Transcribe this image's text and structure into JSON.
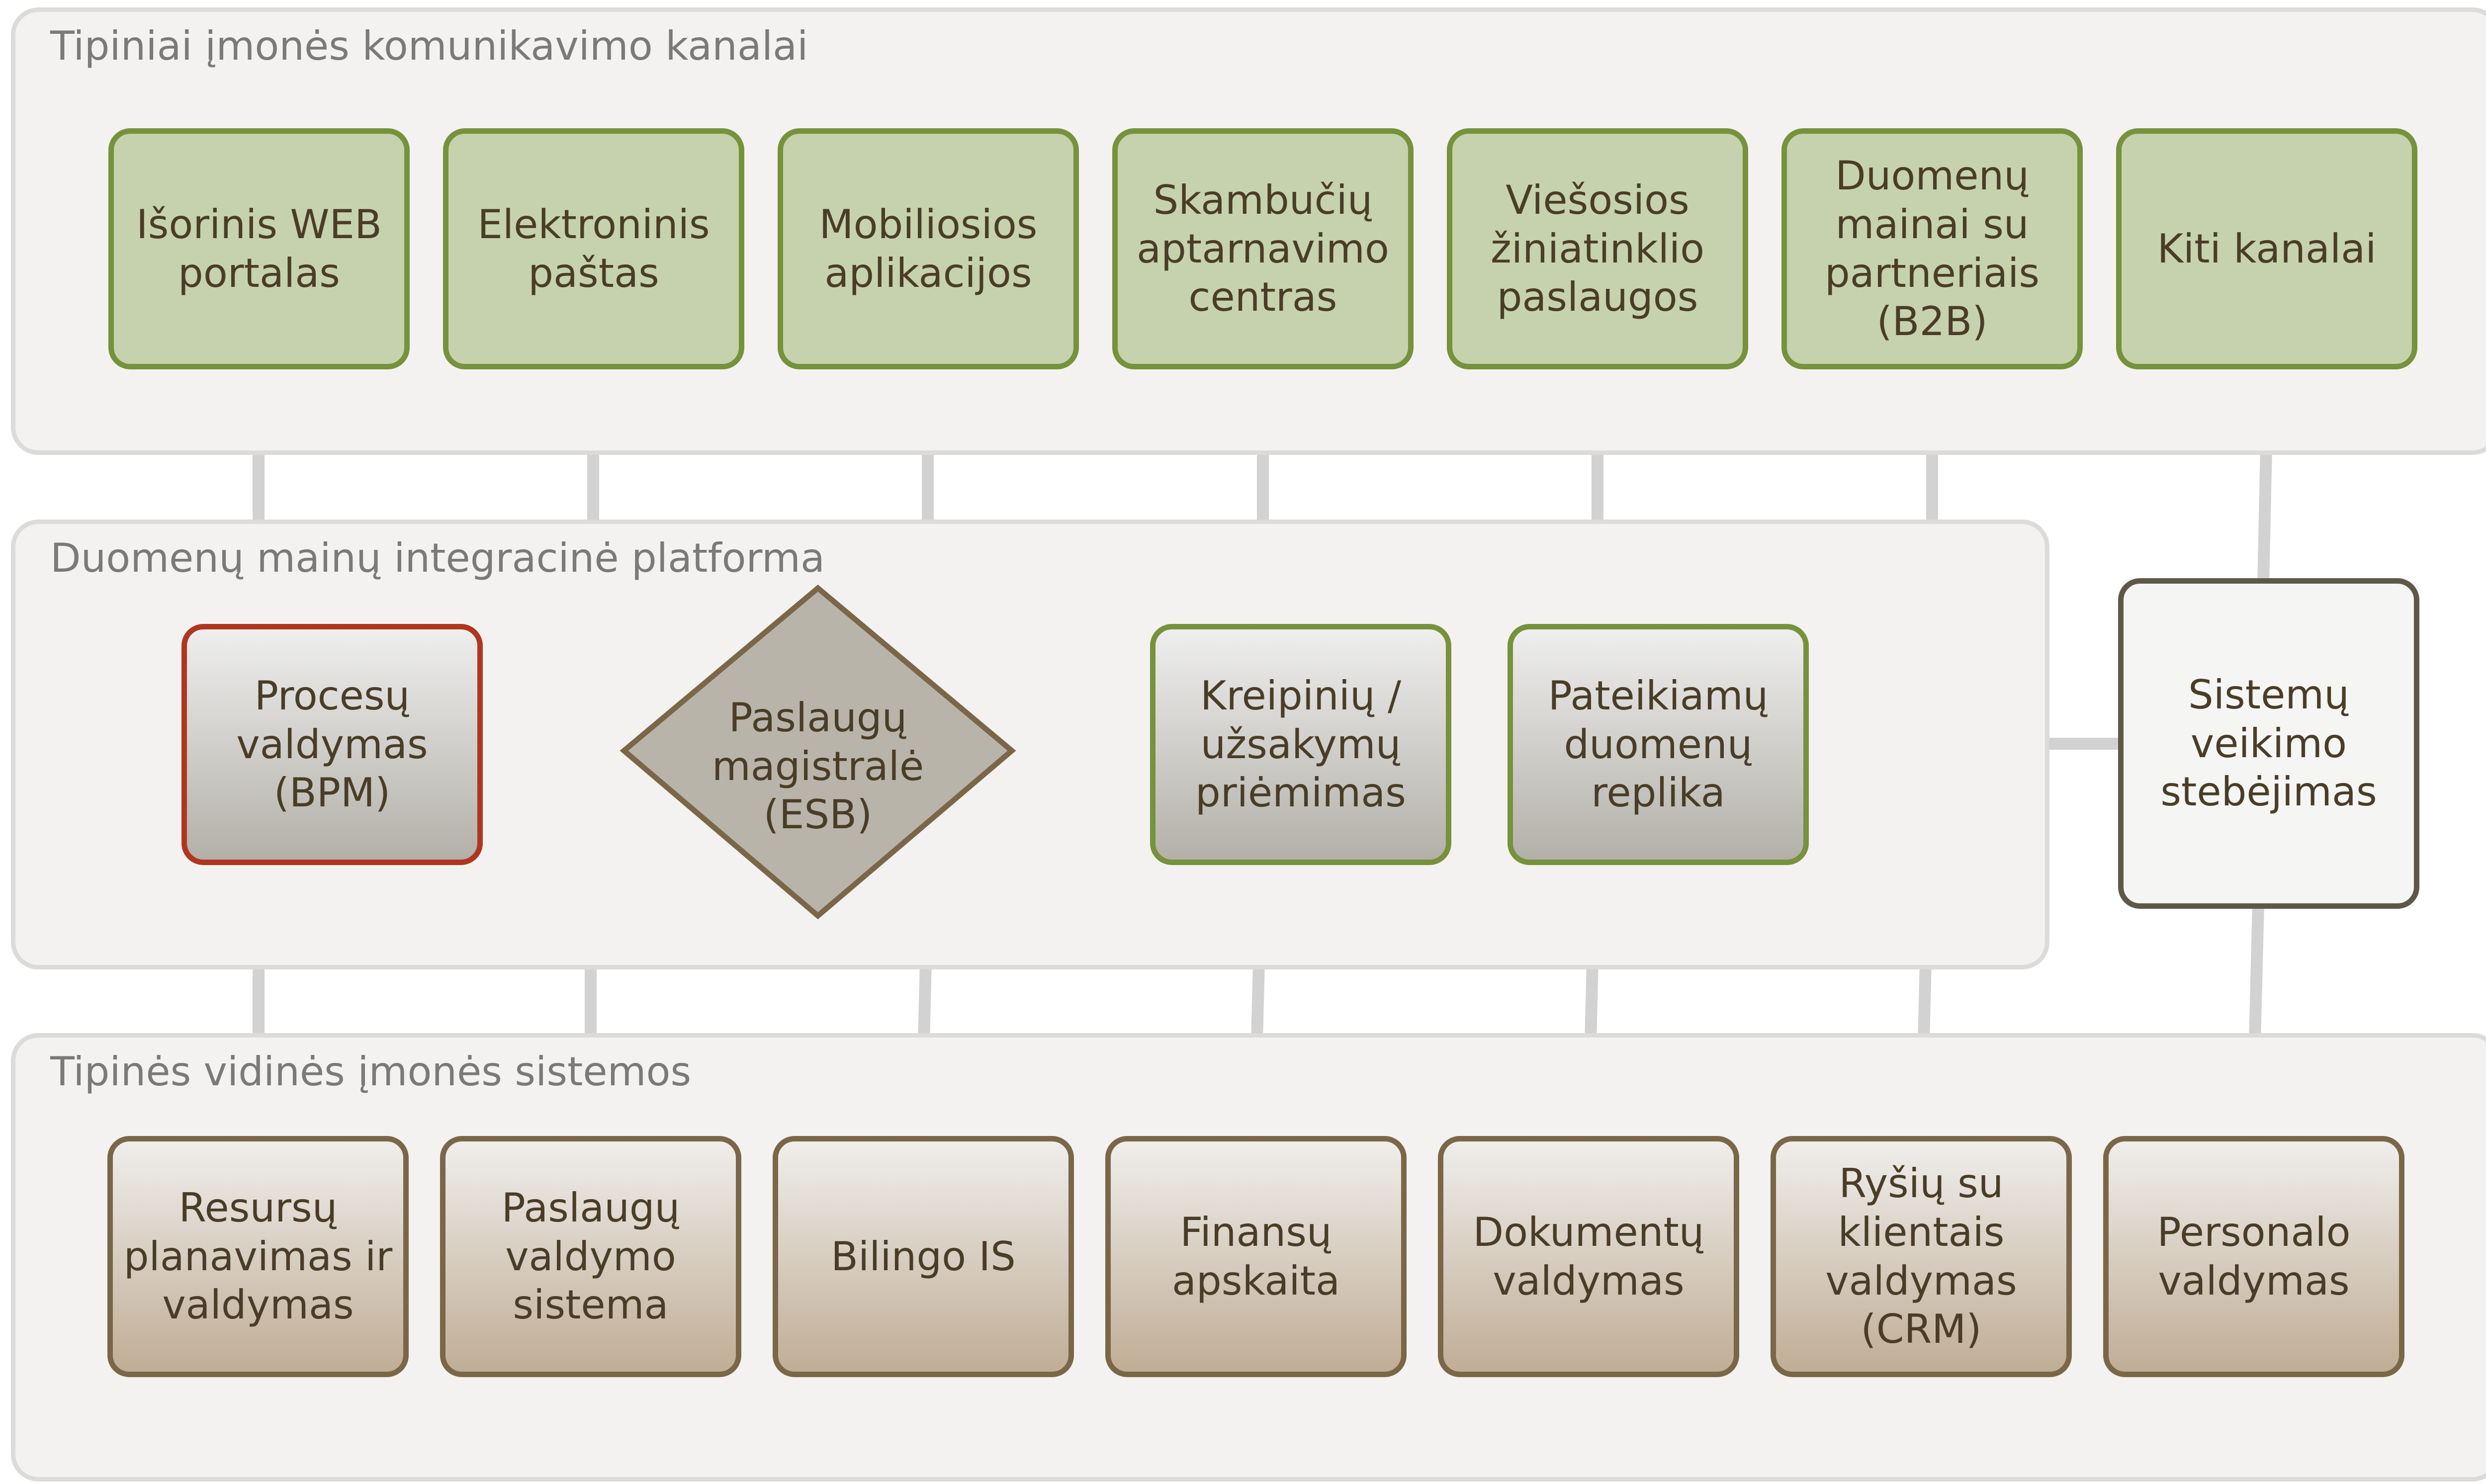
{
  "channels": {
    "title": "Tipiniai įmonės komunikavimo kanalai",
    "items": [
      "Išorinis WEB\nportalas",
      "Elektroninis\npaštas",
      "Mobiliosios\naplikacijos",
      "Skambučių\naptarnavimo\ncentras",
      "Viešosios\nžiniatinklio\npaslaugos",
      "Duomenų\nmainai su\npartneriais\n(B2B)",
      "Kiti kanalai"
    ]
  },
  "platform": {
    "title": "Duomenų mainų integracinė platforma",
    "bpm": "Procesų\nvaldymas\n(BPM)",
    "esb": "Paslaugų\nmagistralė\n(ESB)",
    "requests": "Kreipinių /\nužsakymų\npriėmimas",
    "replica": "Pateikiamų\nduomenų\nreplika"
  },
  "monitoring": {
    "label": "Sistemų\nveikimo\nstebėjimas"
  },
  "internal": {
    "title": "Tipinės vidinės įmonės sistemos",
    "items": [
      "Resursų\nplanavimas ir\nvaldymas",
      "Paslaugų\nvaldymo\nsistema",
      "Bilingo IS",
      "Finansų\napskaita",
      "Dokumentų\nvaldymas",
      "Ryšių su\nklientais\nvaldymas\n(CRM)",
      "Personalo\nvaldymas"
    ]
  }
}
